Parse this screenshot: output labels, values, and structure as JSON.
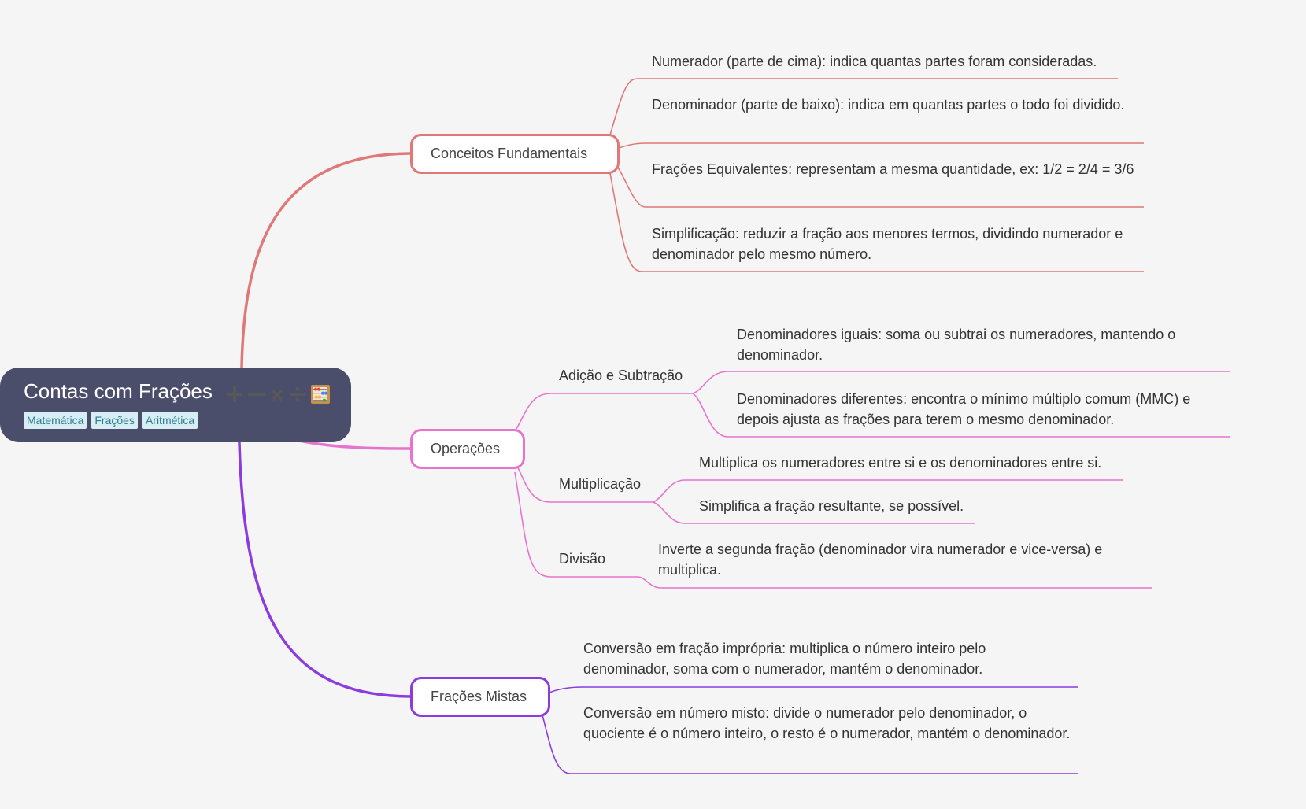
{
  "root": {
    "title": "Contas com Frações",
    "tags": [
      "Matemática",
      "Frações",
      "Aritmética"
    ]
  },
  "icons": [
    "plus-icon",
    "minus-icon",
    "multiply-icon",
    "divide-icon",
    "abacus-icon"
  ],
  "colors": {
    "background": "#f5f5f5",
    "root": "#4b4e6b",
    "conceitos": "#e07878",
    "operacoes": "#e873cf",
    "mistas": "#8b3be0"
  },
  "branches": {
    "conceitos": {
      "label": "Conceitos Fundamentais",
      "leaves": [
        "Numerador (parte de cima): indica quantas partes foram consideradas.",
        "Denominador (parte de baixo): indica em quantas partes o todo foi dividido.",
        "Frações Equivalentes: representam a mesma quantidade, ex: 1/2 = 2/4 = 3/6",
        "Simplificação: reduzir a fração aos menores termos, dividindo numerador e denominador pelo mesmo número."
      ]
    },
    "operacoes": {
      "label": "Operações",
      "adicao": {
        "label": "Adição e Subtração",
        "leaves": [
          "Denominadores iguais: soma ou subtrai os numeradores, mantendo o denominador.",
          "Denominadores diferentes: encontra o mínimo múltiplo comum (MMC) e depois ajusta as frações para terem o mesmo denominador."
        ]
      },
      "multiplicacao": {
        "label": "Multiplicação",
        "leaves": [
          "Multiplica os numeradores entre si e os denominadores entre si.",
          "Simplifica a fração resultante, se possível."
        ]
      },
      "divisao": {
        "label": "Divisão",
        "leaves": [
          "Inverte a segunda fração (denominador vira numerador e vice-versa) e multiplica."
        ]
      }
    },
    "mistas": {
      "label": "Frações Mistas",
      "leaves": [
        "Conversão em fração imprópria: multiplica o número inteiro pelo denominador, soma com o numerador, mantém o denominador.",
        "Conversão em número misto: divide o numerador pelo denominador, o quociente é o número inteiro, o resto é o numerador, mantém o denominador."
      ]
    }
  }
}
